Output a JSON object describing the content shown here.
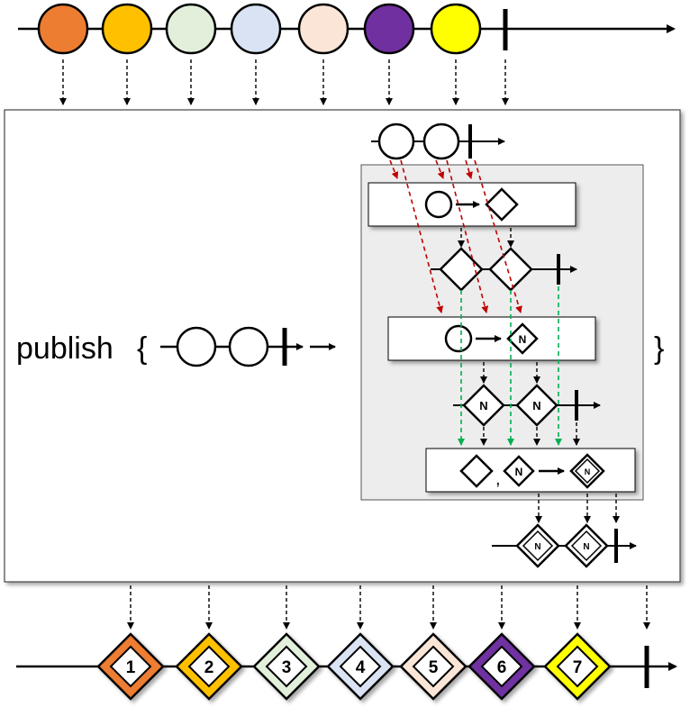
{
  "operator": {
    "name": "publish",
    "open_brace": "{",
    "close_brace": "}"
  },
  "colors": {
    "orange": "#ED7D31",
    "gold": "#FFC000",
    "pale_green": "#E2EFDA",
    "pale_blue": "#DAE3F3",
    "peach": "#FBE5D6",
    "purple": "#7030A0",
    "yellow": "#FFFF00",
    "red_arrow": "#C00000",
    "green_arrow": "#00B050",
    "inner_panel": "#EDEDED"
  },
  "input_stream": {
    "item_colors": [
      "orange",
      "gold",
      "pale_green",
      "pale_blue",
      "peach",
      "purple",
      "yellow"
    ]
  },
  "inner": {
    "n_label": "N",
    "comma": ","
  },
  "output_stream": {
    "items": [
      {
        "label": "1",
        "color": "orange"
      },
      {
        "label": "2",
        "color": "gold"
      },
      {
        "label": "3",
        "color": "pale_green"
      },
      {
        "label": "4",
        "color": "pale_blue"
      },
      {
        "label": "5",
        "color": "peach"
      },
      {
        "label": "6",
        "color": "purple"
      },
      {
        "label": "7",
        "color": "yellow"
      }
    ]
  }
}
